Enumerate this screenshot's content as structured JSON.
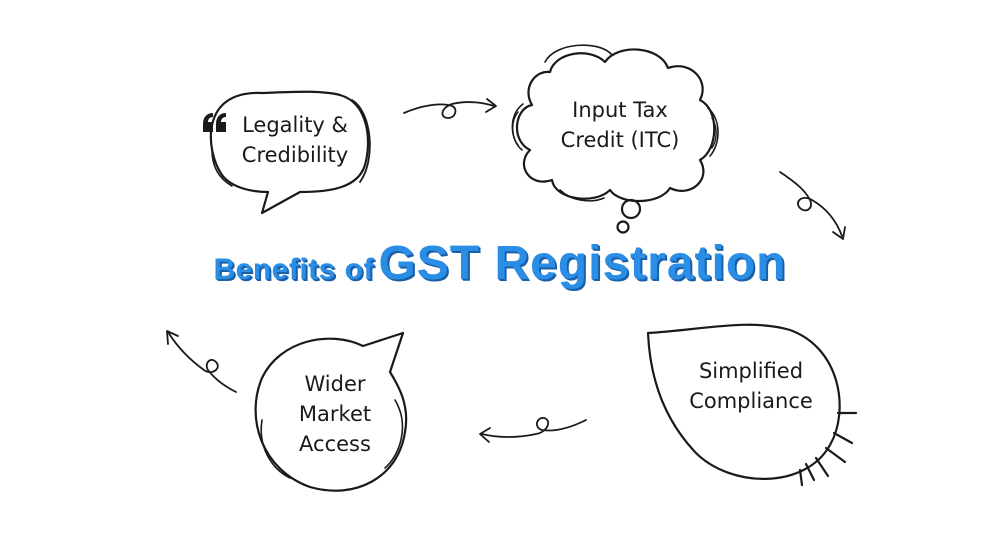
{
  "title": {
    "prefix": "Benefits of",
    "main": "GST Registration"
  },
  "nodes": {
    "legality": {
      "line1": "Legality &",
      "line2": "Credibility"
    },
    "itc": {
      "line1": "Input Tax",
      "line2": "Credit (ITC)"
    },
    "compliance": {
      "line1": "Simplified",
      "line2": "Compliance"
    },
    "market": {
      "line1": "Wider",
      "line2": "Market",
      "line3": "Access"
    }
  },
  "colors": {
    "title": "#2a8de6",
    "title_shadow": "#1a5fa8",
    "ink": "#1a1a1a"
  }
}
